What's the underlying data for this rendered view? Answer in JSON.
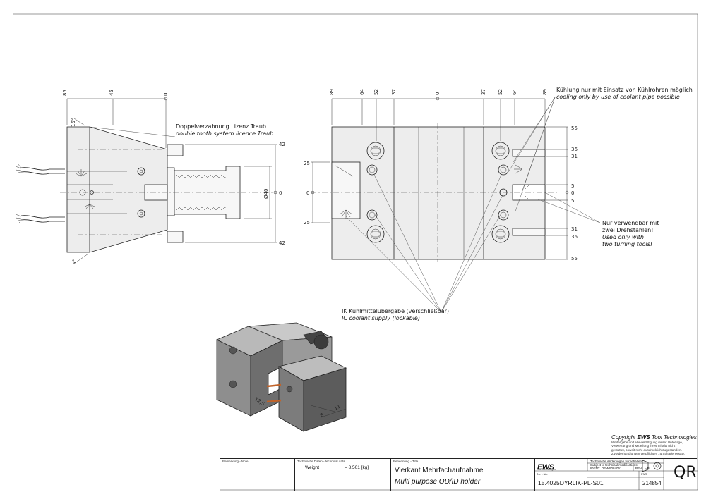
{
  "view_left": {
    "top_dims": [
      "85",
      "45",
      "0"
    ],
    "right_dims": [
      "42",
      "0",
      "42"
    ],
    "diameter": "Ø40",
    "angles": [
      "15°",
      "15°"
    ],
    "note_de": "Doppelverzahnung Lizenz Traub",
    "note_en": "double tooth system licence Traub"
  },
  "view_front": {
    "top_dims": [
      "89",
      "64",
      "52",
      "37",
      "0",
      "37",
      "52",
      "64",
      "89"
    ],
    "right_dims": [
      "55",
      "36",
      "31",
      "5",
      "0",
      "5",
      "31",
      "36",
      "55"
    ],
    "left_dims": [
      "25",
      "0",
      "25"
    ],
    "cooling_de": "Kühlung nur mit Einsatz von Kühlrohren möglich",
    "cooling_en": "cooling only by use of coolant pipe possible",
    "usable_de_1": "Nur verwendbar mit",
    "usable_de_2": "zwei Drehstählen!",
    "usable_en_1": "Used only with",
    "usable_en_2": "two turning tools!",
    "ic_de": "IK Kühlmittelübergabe (verschließbar)",
    "ic_en": "IC coolant supply (lockable)"
  },
  "iso_view": {
    "dims": [
      "12,5",
      "8",
      "11"
    ]
  },
  "copyright": {
    "heading_prefix": "Copyright",
    "brand": "EWS",
    "heading_suffix": "Tool Technologies",
    "lines": [
      "Weitergabe und Vervielfältigung dieser Unterlage,",
      "Verwertung und Mitteilung ihres Inhalts nicht",
      "gestattet, soweit nicht ausdrücklich zugestanden.",
      "Zuwiderhandlungen verpflichten zu Schadenersatz."
    ]
  },
  "title_block": {
    "remark_label": "Bemerkung - Note",
    "tech_label": "Technische Daten - technical data",
    "weight_label": "Weight",
    "weight_value": "= 8.501 [kg]",
    "name_label": "Benennung - Title",
    "title_de": "Vierkant Mehrfachaufnahme",
    "title_en": "Multi purpose OD/ID holder",
    "logo_text": "EWS",
    "logo_sub": "Tool Technologies",
    "changes_de": "Technische Änderungen vorbehalten!",
    "changes_en": "Subject to technical modifications!",
    "ident_label": "IDENT",
    "ident_value": "DEWS084061",
    "rev_label": "REV.",
    "rev_value": "-/B",
    "nr_label": "Nr. - No.",
    "part_number": "15.4025DYRLIK-PL-S01",
    "pnr_label": "PNR",
    "pnr_value": "214854",
    "qr_label": "QR"
  }
}
